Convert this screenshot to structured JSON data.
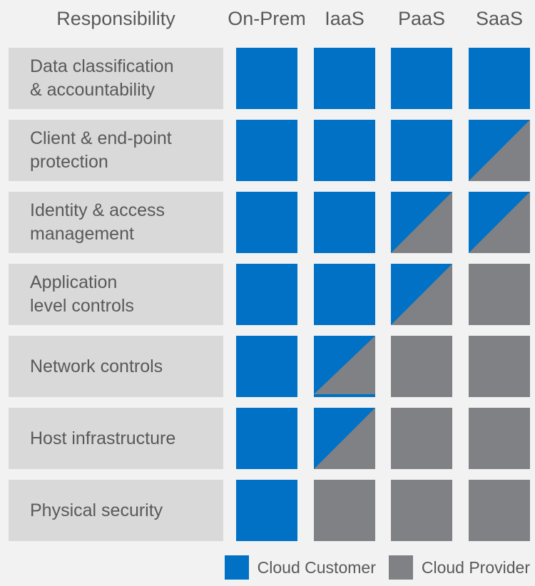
{
  "colors": {
    "cloud_customer_blue": "#0071C5",
    "cloud_provider_gray": "#7F8184",
    "row_label_background": "#D9D9D9",
    "page_background": "#F2F2F2",
    "text_gray": "#595959"
  },
  "header": {
    "responsibility": "Responsibility",
    "columns": [
      "On-Prem",
      "IaaS",
      "PaaS",
      "SaaS"
    ]
  },
  "rows": [
    {
      "label": "Data classification\n& accountability",
      "cells": [
        "customer",
        "customer",
        "customer",
        "customer"
      ]
    },
    {
      "label": "Client & end-point\nprotection",
      "cells": [
        "customer",
        "customer",
        "customer",
        "shared"
      ]
    },
    {
      "label": "Identity & access\nmanagement",
      "cells": [
        "customer",
        "customer",
        "shared",
        "shared"
      ]
    },
    {
      "label": "Application\nlevel controls",
      "cells": [
        "customer",
        "customer",
        "shared",
        "provider"
      ]
    },
    {
      "label": "Network controls",
      "cells": [
        "customer",
        "shared",
        "provider",
        "provider"
      ]
    },
    {
      "label": "Host infrastructure",
      "cells": [
        "customer",
        "shared",
        "provider",
        "provider"
      ]
    },
    {
      "label": "Physical security",
      "cells": [
        "customer",
        "provider",
        "provider",
        "provider"
      ]
    }
  ],
  "legend": {
    "customer": "Cloud Customer",
    "provider": "Cloud Provider"
  }
}
